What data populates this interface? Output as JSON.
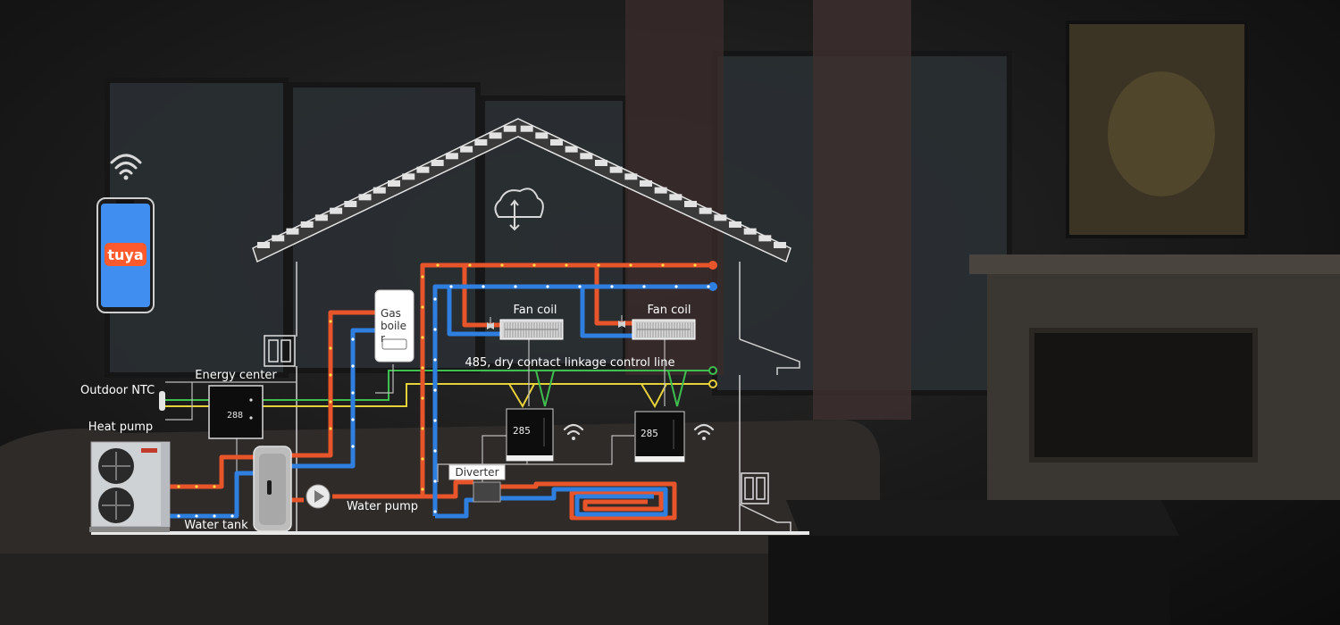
{
  "labels": {
    "outdoor_ntc": "Outdoor NTC",
    "heat_pump": "Heat pump",
    "energy_center": "Energy center",
    "water_tank": "Water tank",
    "water_pump": "Water pump",
    "diverter": "Diverter",
    "fan_coil_1": "Fan coil",
    "fan_coil_2": "Fan coil",
    "gas_boiler_line1": "Gas",
    "gas_boiler_line2": "boile",
    "gas_boiler_line3": "r",
    "control_line": "485, dry contact linkage control line"
  },
  "app": {
    "name": "tuya"
  },
  "displays": {
    "energy_center": "288",
    "thermostat_1": "285",
    "thermostat_2": "285"
  },
  "icons": [
    "wifi-icon",
    "cloud-sync-icon",
    "fan-icon",
    "play-icon"
  ],
  "colors": {
    "hot_pipe": "#e8552a",
    "cold_pipe": "#2f7fe0",
    "green_line": "#3fbf4f",
    "yellow_line": "#e8d23a",
    "outline": "#d8d8d8",
    "app_bg": "#3f8ef0",
    "tuya_brand": "#ff5a2d"
  }
}
